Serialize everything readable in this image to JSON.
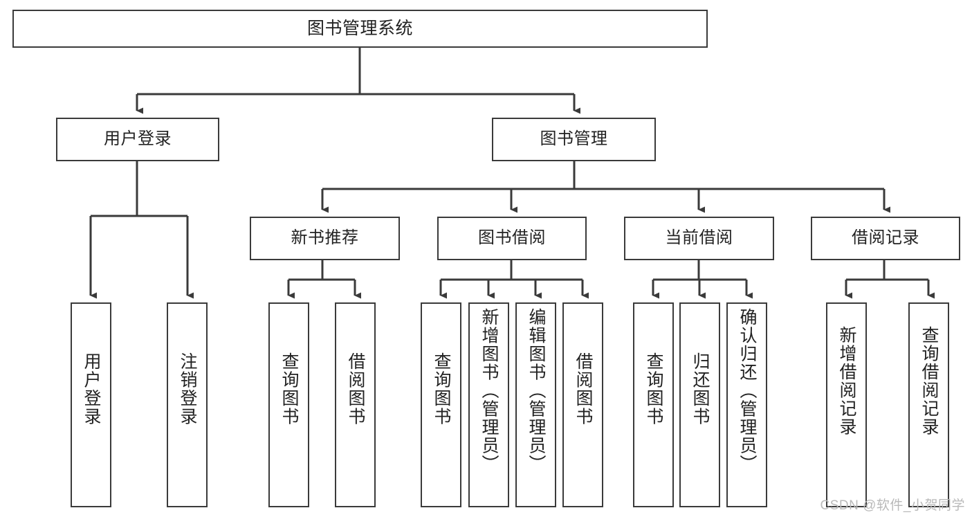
{
  "diagram": {
    "title": "图书管理系统",
    "watermark": "CSDN @软件_小贺同学",
    "colors": {
      "box_border": "#3a3a3a",
      "connector": "#3a3a3a",
      "background": "#ffffff",
      "text": "#222222",
      "watermark": "#b9b9b9"
    },
    "levels": {
      "level1": [
        {
          "id": "root",
          "label": "图书管理系统",
          "orientation": "horizontal"
        }
      ],
      "level2": [
        {
          "id": "user-login",
          "label": "用户登录",
          "orientation": "horizontal"
        },
        {
          "id": "book-management",
          "label": "图书管理",
          "orientation": "horizontal"
        }
      ],
      "level3": [
        {
          "id": "new-book-recommend",
          "label": "新书推荐",
          "orientation": "horizontal"
        },
        {
          "id": "book-borrow",
          "label": "图书借阅",
          "orientation": "horizontal"
        },
        {
          "id": "current-borrow",
          "label": "当前借阅",
          "orientation": "horizontal"
        },
        {
          "id": "borrow-record",
          "label": "借阅记录",
          "orientation": "horizontal"
        }
      ],
      "level4": [
        {
          "id": "leaf-user-login",
          "label": "用户登录",
          "parent": "user-login",
          "orientation": "vertical"
        },
        {
          "id": "leaf-logout-login",
          "label": "注销登录",
          "parent": "user-login",
          "orientation": "vertical"
        },
        {
          "id": "leaf-query-book-1",
          "label": "查询图书",
          "parent": "new-book-recommend",
          "orientation": "vertical"
        },
        {
          "id": "leaf-borrow-book-1",
          "label": "借阅图书",
          "parent": "new-book-recommend",
          "orientation": "vertical"
        },
        {
          "id": "leaf-query-book-2",
          "label": "查询图书",
          "parent": "book-borrow",
          "orientation": "vertical"
        },
        {
          "id": "leaf-add-book",
          "label": "新增图书（管理员）",
          "parent": "book-borrow",
          "orientation": "vertical"
        },
        {
          "id": "leaf-edit-book",
          "label": "编辑图书（管理员）",
          "parent": "book-borrow",
          "orientation": "vertical"
        },
        {
          "id": "leaf-borrow-book-2",
          "label": "借阅图书",
          "parent": "book-borrow",
          "orientation": "vertical"
        },
        {
          "id": "leaf-query-book-3",
          "label": "查询图书",
          "parent": "current-borrow",
          "orientation": "vertical"
        },
        {
          "id": "leaf-return-book",
          "label": "归还图书",
          "parent": "current-borrow",
          "orientation": "vertical"
        },
        {
          "id": "leaf-confirm-return",
          "label": "确认归还（管理员）",
          "parent": "current-borrow",
          "orientation": "vertical"
        },
        {
          "id": "leaf-add-record",
          "label": "新增借阅记录",
          "parent": "borrow-record",
          "orientation": "vertical"
        },
        {
          "id": "leaf-query-record",
          "label": "查询借阅记录",
          "parent": "borrow-record",
          "orientation": "vertical"
        }
      ]
    }
  }
}
